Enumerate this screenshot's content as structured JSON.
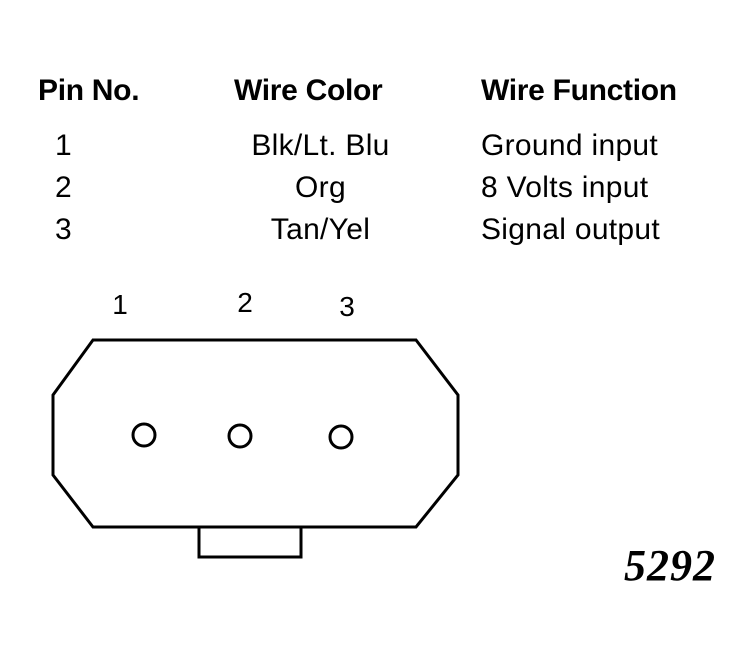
{
  "table": {
    "headers": {
      "pin": "Pin No.",
      "color": "Wire Color",
      "function": "Wire Function"
    },
    "rows": [
      {
        "pin": "1",
        "color": "Blk/Lt. Blu",
        "function": "Ground input"
      },
      {
        "pin": "2",
        "color": "Org",
        "function": "8 Volts input"
      },
      {
        "pin": "3",
        "color": "Tan/Yel",
        "function": "Signal output"
      }
    ]
  },
  "connector": {
    "pin_labels": [
      "1",
      "2",
      "3"
    ]
  },
  "figure_number": "5292"
}
